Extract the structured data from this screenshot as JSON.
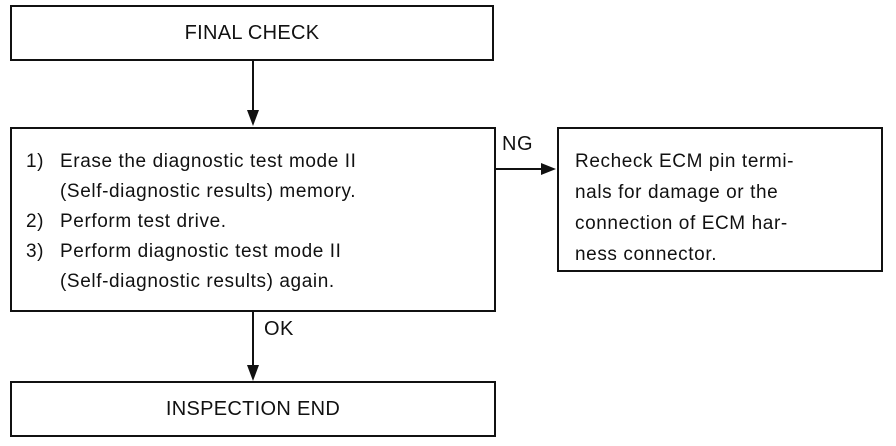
{
  "flowchart": {
    "final_check": "FINAL CHECK",
    "procedure": [
      {
        "num": "1)",
        "lines": [
          "Erase the diagnostic test mode II",
          "(Self-diagnostic results) memory."
        ]
      },
      {
        "num": "2)",
        "lines": [
          "Perform test drive."
        ]
      },
      {
        "num": "3)",
        "lines": [
          "Perform diagnostic test mode II",
          "(Self-diagnostic results) again."
        ]
      }
    ],
    "recheck_lines": [
      "Recheck ECM pin termi-",
      "nals for damage or the",
      "connection of ECM har-",
      "ness connector."
    ],
    "inspection_end": "INSPECTION END",
    "ng_label": "NG",
    "ok_label": "OK"
  },
  "colors": {
    "line": "#111111",
    "background": "#ffffff"
  }
}
